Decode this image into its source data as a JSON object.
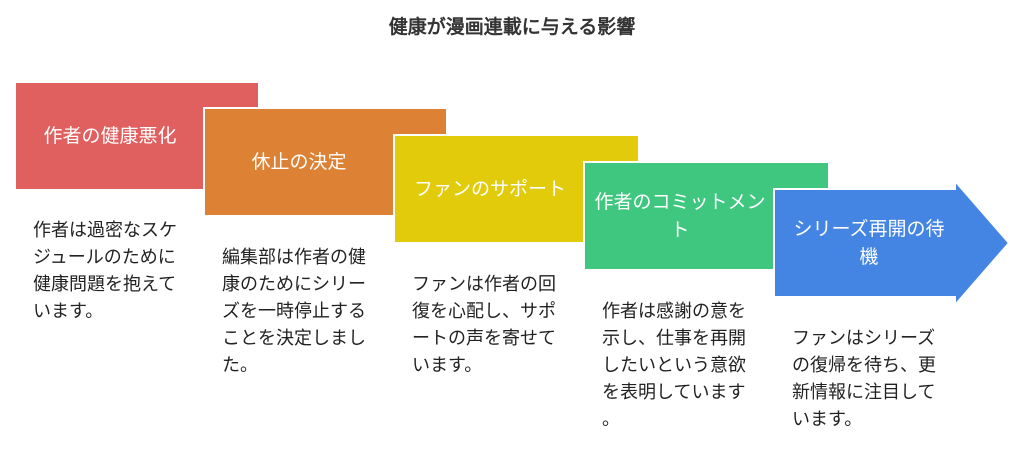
{
  "title": "健康が漫画連載に与える影響",
  "steps": [
    {
      "label": "作者の健康悪化",
      "description": "作者は過密なスケジュールのために健康問題を抱えています。",
      "color": "#e06060",
      "fold_color": "#b94848"
    },
    {
      "label": "休止の決定",
      "description": "編集部は作者の健康のためにシリーズを一時停止することを決定しました。",
      "color": "#dd8234",
      "fold_color": "#b0661f"
    },
    {
      "label": "ファンのサポート",
      "description": "ファンは作者の回復を心配し、サポートの声を寄せています。",
      "color": "#e1cb0b",
      "fold_color": "#b4a200"
    },
    {
      "label": "作者のコミットメント",
      "description": "作者は感謝の意を示し、仕事を再開したいという意欲を表明しています。",
      "color": "#3fc67f",
      "fold_color": "#2c9a5f"
    },
    {
      "label": "シリーズ再開の待機",
      "description": "ファンはシリーズの復帰を待ち、更新情報に注目しています。",
      "color": "#4485e4"
    }
  ]
}
